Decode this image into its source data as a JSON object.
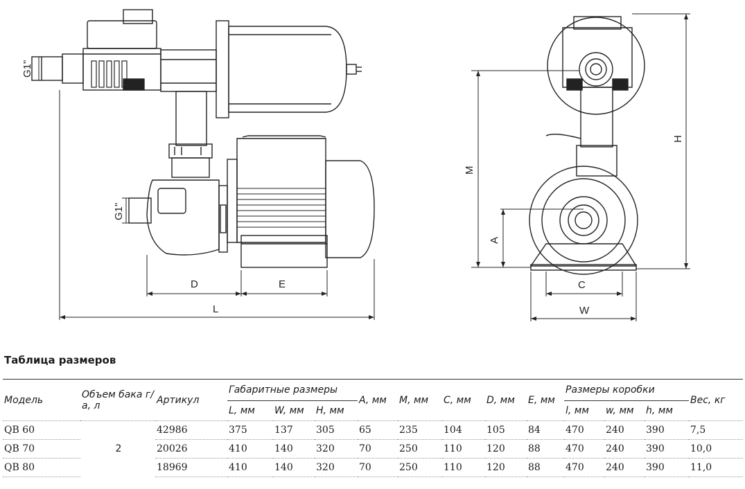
{
  "drawing": {
    "labels": {
      "thread_top": "G1\"",
      "thread_inlet": "G1\"",
      "dim_D": "D",
      "dim_E": "E",
      "dim_L": "L",
      "dim_M": "M",
      "dim_A": "A",
      "dim_H": "H",
      "dim_C": "C",
      "dim_W": "W"
    }
  },
  "table": {
    "title": "Таблица размеров",
    "headers": {
      "model": "Модель",
      "tank": "Объем бака г/а, л",
      "article": "Артикул",
      "overall": "Габаритные размеры",
      "L": "L, мм",
      "W": "W, мм",
      "H": "H, мм",
      "A": "A, мм",
      "M": "M, мм",
      "C": "C, мм",
      "D": "D, мм",
      "E": "E, мм",
      "box": "Размеры коробки",
      "l": "l, мм",
      "w": "w, мм",
      "h": "h, мм",
      "weight": "Вес, кг"
    },
    "tank_volume": "2",
    "rows": [
      {
        "model": "QB 60",
        "article": "42986",
        "L": "375",
        "W": "137",
        "H": "305",
        "A": "65",
        "M": "235",
        "C": "104",
        "D": "105",
        "E": "84",
        "l": "470",
        "w": "240",
        "h": "390",
        "weight": "7,5"
      },
      {
        "model": "QB 70",
        "article": "20026",
        "L": "410",
        "W": "140",
        "H": "320",
        "A": "70",
        "M": "250",
        "C": "110",
        "D": "120",
        "E": "88",
        "l": "470",
        "w": "240",
        "h": "390",
        "weight": "10,0"
      },
      {
        "model": "QB 80",
        "article": "18969",
        "L": "410",
        "W": "140",
        "H": "320",
        "A": "70",
        "M": "250",
        "C": "110",
        "D": "120",
        "E": "88",
        "l": "470",
        "w": "240",
        "h": "390",
        "weight": "11,0"
      }
    ]
  }
}
